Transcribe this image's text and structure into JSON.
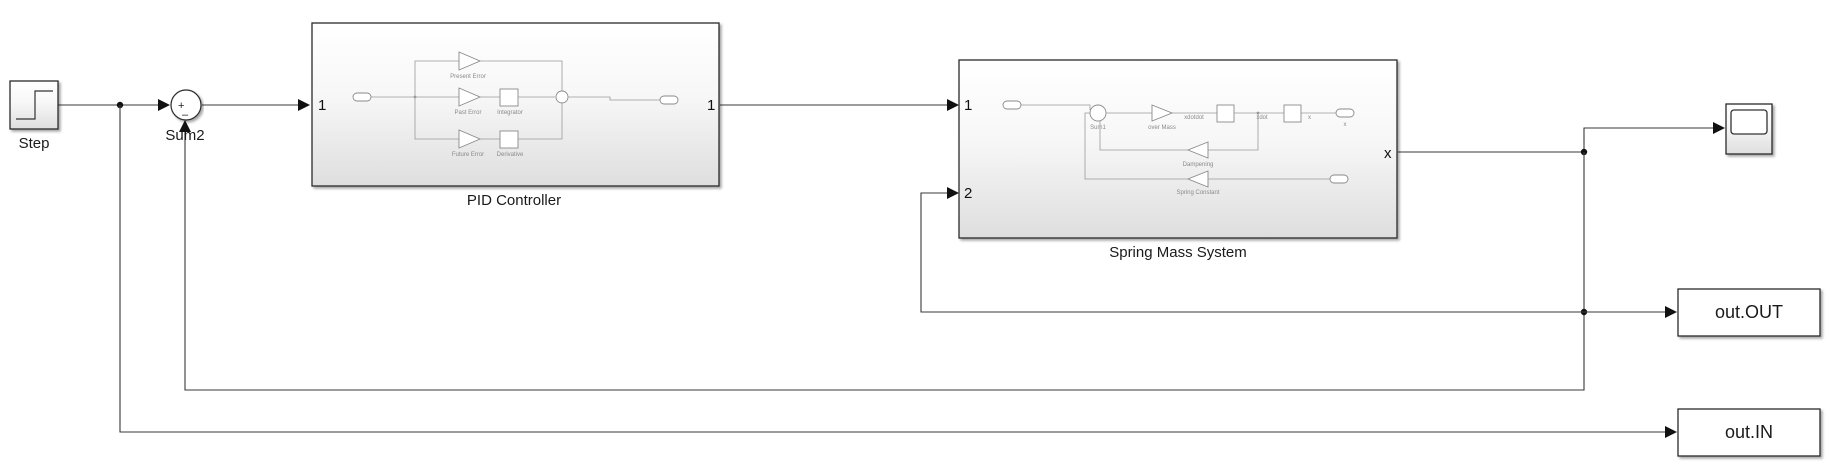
{
  "blocks": {
    "step": {
      "label": "Step"
    },
    "sum2": {
      "label": "Sum2",
      "plus": "+",
      "minus": "–"
    },
    "pid": {
      "label": "PID Controller",
      "in_port": "1",
      "out_port": "1",
      "inner": {
        "present_error": "Present Error",
        "past_error": "Past Error",
        "integrator": "Integrator",
        "future_error": "Future Error",
        "derivative": "Derivative"
      }
    },
    "spring_mass": {
      "label": "Spring Mass System",
      "in_port_1": "1",
      "in_port_2": "2",
      "out_port": "x",
      "inner": {
        "sum1": "Sum1",
        "over_mass": "over Mass",
        "xdotdot": "xdotdot",
        "xdot": "xdot",
        "x": "x",
        "x_out": "x",
        "dampening": "Dampening",
        "spring_constant": "Spring Constant"
      }
    },
    "out_out": {
      "label": "out.OUT"
    },
    "out_in": {
      "label": "out.IN"
    }
  },
  "colors": {
    "line": "#3a3a3a",
    "block_border": "#2b2b2b",
    "subsystem_top": "#ffffff",
    "subsystem_bottom": "#e2e2e2"
  }
}
